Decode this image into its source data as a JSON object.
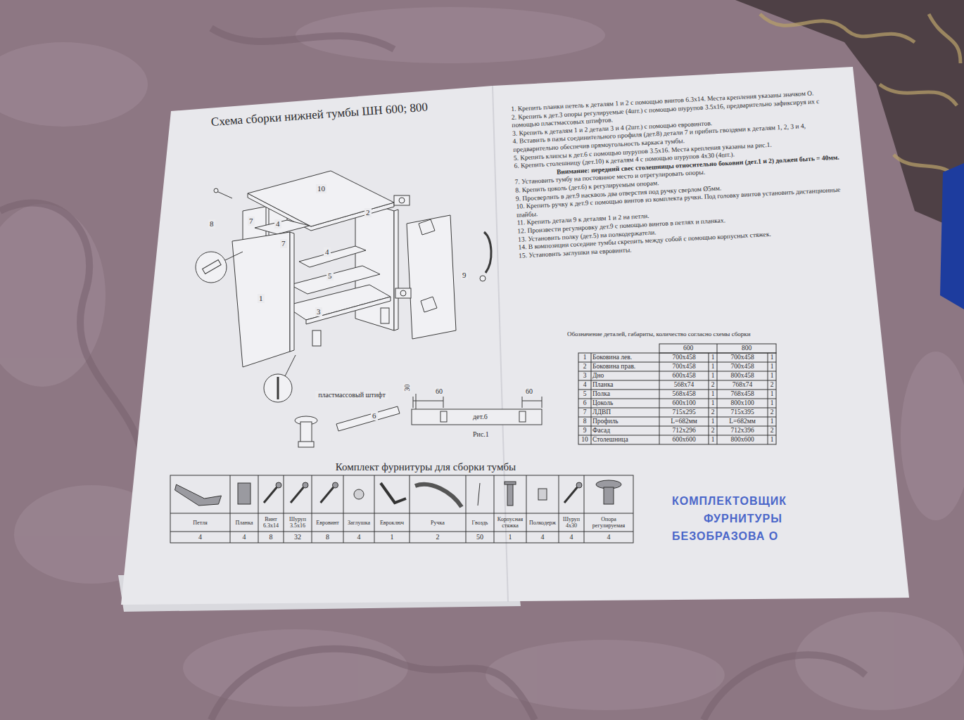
{
  "diagram": {
    "title": "Схема сборки нижней тумбы ШН 600; 800",
    "labels": [
      "10",
      "2",
      "8",
      "7",
      "4",
      "7",
      "4",
      "5",
      "3",
      "1",
      "9",
      "6",
      "пластмассовый штифт",
      "30",
      "60",
      "60",
      "дет.6",
      "Рис.1",
      "1. Крепить планки петель к деталям 1 и 2 с помощью винтов 6.3х14. Места крепления указаны значком О.",
      "2. Крепить к дет.3 опоры регулируемые (4шт.) с помощью шурупов 3.5х16, предварительно зафиксируя их с помощью пластмассовых штифтов.",
      "3. Крепить к деталям 1 и 2 детали 3 и 4 (2шт.) с помощью евровинтов.",
      "4. Вставить в пазы соединительного профиля (дет.8) детали 7 и прибить гвоздями к деталям 1, 2, 3 и 4, предварительно обеспечив прямоугольность каркаса тумбы.",
      "5. Крепить клипсы к дет.6 с помощью шурупов 3.5х16. Места крепления указаны на рис.1.",
      "6. Крепить столешницу (дет.10) к деталям 4 с помощью шурупов 4х30 (4шт.).",
      "Внимание: передний свес столешницы относительно боковин (дет.1 и 2) должен быть = 40мм.",
      "7. Установить тумбу на постоянное место и отрегулировать опоры.",
      "8. Крепить цоколь (дет.6) к регулируемым опорам.",
      "9. Просверлить в дет.9 насквозь два отверстия под ручку сверлом Ø5мм.",
      "10. Крепить ручку к дет.9 с помощью винтов из комплекта ручки. Под головку винтов установить дистанционные шайбы.",
      "11. Крепить детали 9 к деталям 1 и 2 на петли.",
      "12. Произвести регулировку дет.9 с помощью винтов в петлях и планках.",
      "13. Установить полку (дет.5) на полкодержатели.",
      "14. В композиции соседние тумбы скрепить между собой с помощью корпусных стяжек.",
      "15. Установить заглушки на евровинты.",
      "Обозначение деталей, габариты, количество согласно схемы сборки",
      "600",
      "800",
      "1",
      "Боковина лев.",
      "700х458",
      "1",
      "700х458",
      "1",
      "2",
      "Боковина прав.",
      "700х458",
      "1",
      "700х458",
      "1",
      "3",
      "Дно",
      "600х458",
      "1",
      "800х458",
      "1",
      "4",
      "Планка",
      "568х74",
      "2",
      "768х74",
      "2",
      "5",
      "Полка",
      "568х458",
      "1",
      "768х458",
      "1",
      "6",
      "Цоколь",
      "600х100",
      "1",
      "800х100",
      "1",
      "7",
      "ЛДВП",
      "715х295",
      "2",
      "715х395",
      "2",
      "8",
      "Профиль",
      "L=682мм",
      "1",
      "L=682мм",
      "1",
      "9",
      "Фасад",
      "712х296",
      "2",
      "712х396",
      "2",
      "10",
      "Столешница",
      "600х600",
      "1",
      "800х600",
      "1",
      "Комплект фурнитуры для сборки тумбы",
      "Петля",
      "Планка",
      "Винт 6.3х14",
      "Шуруп 3.5х16",
      "Евровинт",
      "Заглушка",
      "Евроключ",
      "Ручка",
      "Гвоздь",
      "Корпусная стяжка",
      "Полкодерж",
      "Шуруп 4х30",
      "Опора регулируемая",
      "4",
      "4",
      "8",
      "32",
      "8",
      "4",
      "1",
      "2",
      "50",
      "1",
      "4",
      "4",
      "4",
      "КОМПЛЕКТОВЩИК",
      "ФУРНИТУРЫ",
      "БЕЗОБРАЗОВА О"
    ]
  }
}
